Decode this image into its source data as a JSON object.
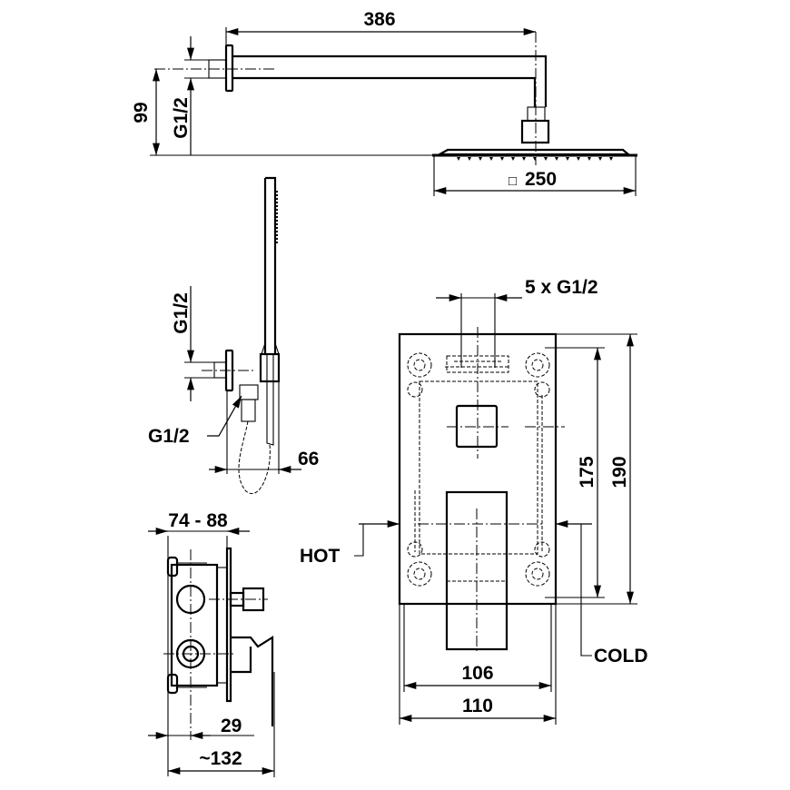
{
  "shower_arm": {
    "length_label": "386",
    "height_label": "99",
    "thread_label": "G1/2"
  },
  "head_shower": {
    "size_symbol": "□",
    "size_label": "250"
  },
  "hand_shower": {
    "thread_label_top": "G1/2",
    "thread_label_outlet": "G1/2",
    "depth_label": "66"
  },
  "mixer_side": {
    "wall_range_label": "74 - 88",
    "offset_label": "29",
    "total_depth_label": "~132"
  },
  "mixer_front": {
    "outlets_label": "5 x G1/2",
    "inner_height_label": "175",
    "outer_height_label": "190",
    "hot_label": "HOT",
    "cold_label": "COLD",
    "inner_width_label": "106",
    "outer_width_label": "110"
  }
}
